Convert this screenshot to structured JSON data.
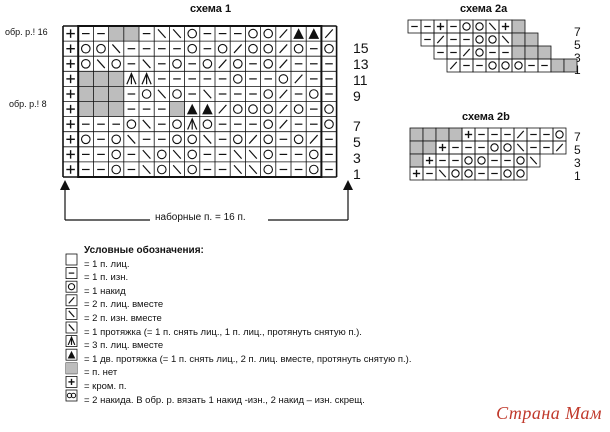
{
  "scheme1": {
    "title": "схема 1",
    "repeat_label_16": "обр. р.! 16",
    "repeat_label_8": "обр. р.! 8",
    "row_numbers": [
      "15",
      "13",
      "11",
      "9",
      "7",
      "5",
      "3",
      "1"
    ],
    "caption": "наборные п. = 16 п."
  },
  "scheme2a": {
    "title": "схема 2а",
    "row_numbers": [
      "7",
      "5",
      "3",
      "1"
    ]
  },
  "scheme2b": {
    "title": "схема 2b",
    "row_numbers": [
      "7",
      "5",
      "3",
      "1"
    ]
  },
  "legend": {
    "title": "Условные обозначения:",
    "items": [
      "= 1 п. лиц.",
      "= 1 п. изн.",
      "= 1 накид",
      "= 2 п. лиц. вместе",
      "= 2 п. изн. вместе",
      "= 1 протяжка (= 1 п. снять лиц., 1 п. лиц., протянуть снятую п.).",
      "= 3 п. лиц. вместе",
      "= 1 дв. протяжка (= 1 п. снять лиц., 2 п. лиц. вместе, протянуть снятую п.).",
      "= п. нет",
      "= кром. п.",
      "= 2 накида. В обр. р. вязать 1 накид -изн., 2 накид – изн. скрещ."
    ]
  },
  "watermark": "Страна Мам",
  "colors": {
    "grid": "#111111",
    "gray_cell": "#bdbdbd",
    "watermark": "#c0392b"
  },
  "grid": {
    "scheme1": {
      "cols": 18,
      "rows": [
        "+..G..\\\\\\O....OO/TT/+",
        "+OO\\....O.O/OO/O.O.+",
        "+O\\O.\\.O.O/O.O/...+",
        "+GGGVV.....O..O/..+",
        "+GGG.O\\O.\\...O/.O.+",
        "+GGG...GTT/OOO/O.O+",
        "+...O\\.OVO...O/..O+",
        "+O.O\\..OO\\.O/O.O/+",
        "+..O.\\O\\O..\\\\O..O+"
      ]
    }
  }
}
